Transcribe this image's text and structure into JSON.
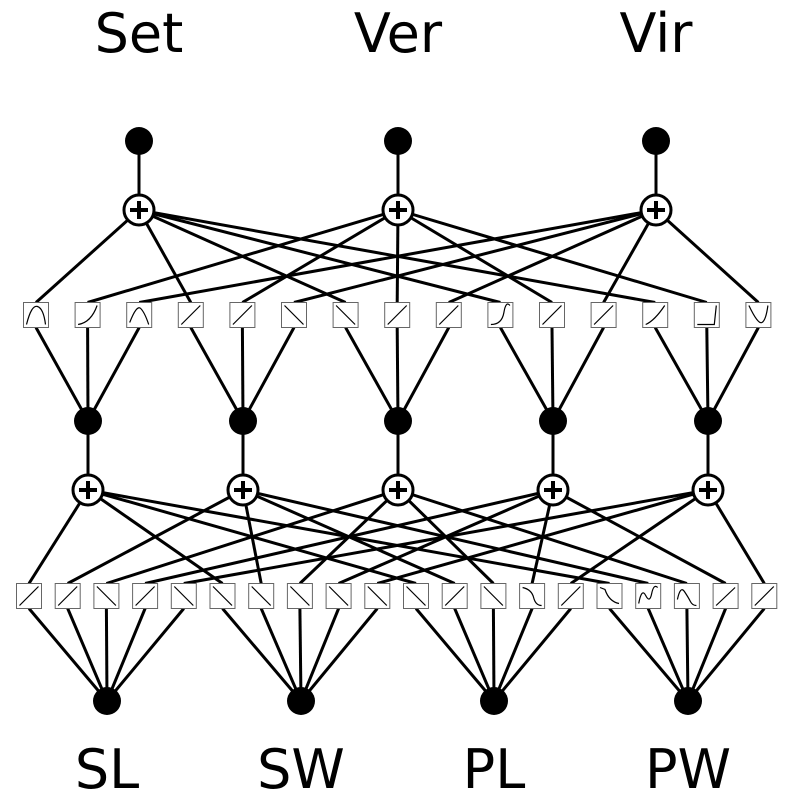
{
  "outputs": [
    {
      "label": "Set"
    },
    {
      "label": "Ver"
    },
    {
      "label": "Vir"
    }
  ],
  "inputs": [
    {
      "label": "SL"
    },
    {
      "label": "SW"
    },
    {
      "label": "PL"
    },
    {
      "label": "PW"
    }
  ],
  "hidden_nodes": 5,
  "colors": {
    "line": "#000000",
    "background": "#ffffff",
    "faded_edge": "#555555"
  }
}
